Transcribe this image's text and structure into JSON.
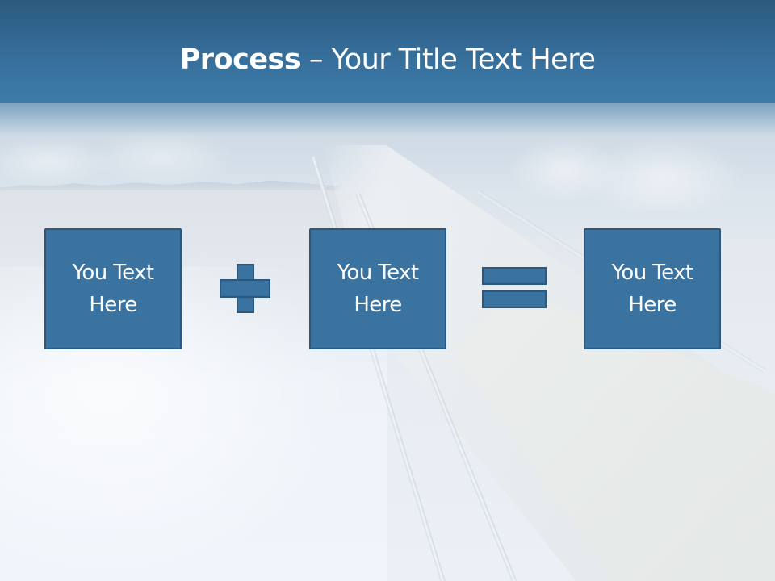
{
  "slide": {
    "title": {
      "bold": "Process",
      "rest": " – Your Title Text Here"
    },
    "boxes": [
      {
        "line1": "You Text",
        "line2": "Here"
      },
      {
        "line1": "You Text",
        "line2": "Here"
      },
      {
        "line1": "You Text",
        "line2": "Here"
      }
    ],
    "operators": [
      {
        "icon": "plus-icon",
        "glyph": "+"
      },
      {
        "icon": "equals-icon",
        "glyph": "="
      }
    ],
    "colors": {
      "header_top": "#2c5a7e",
      "header_bottom": "#3e7aa8",
      "box_fill": "#3a72a0",
      "box_border": "#2a587e",
      "text": "#ffffff"
    }
  }
}
